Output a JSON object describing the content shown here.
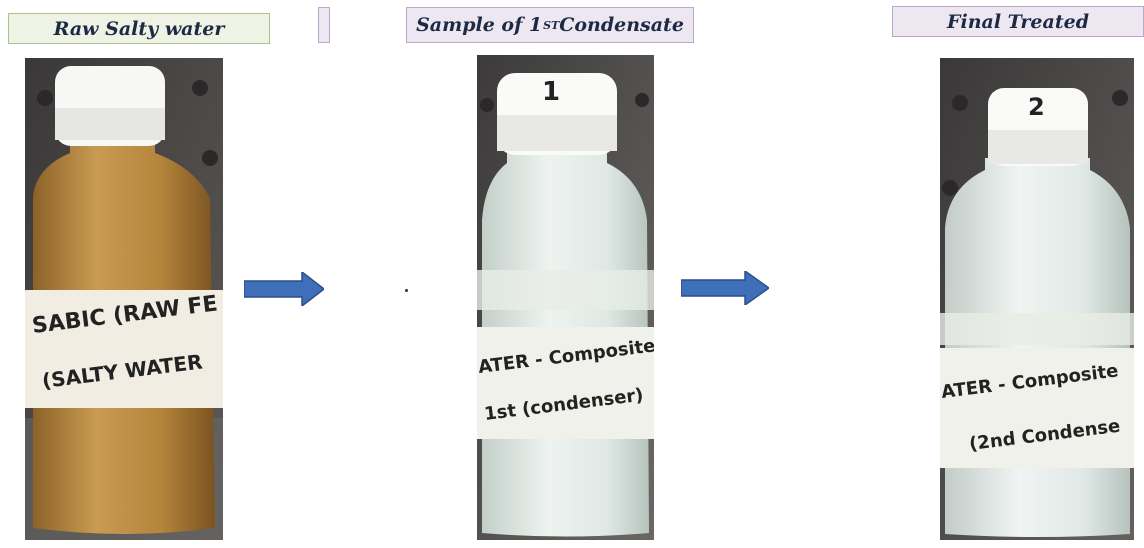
{
  "labels": {
    "raw": "Raw Salty water",
    "condensate_prefix": "Sample of 1",
    "condensate_sup": "ST",
    "condensate_suffix": " Condensate",
    "final": "Final Treated"
  },
  "bottles": {
    "raw": {
      "line1": "SABIC (RAW FE",
      "line2": "(SALTY WATER"
    },
    "first": {
      "cap": "1",
      "line1": "ATER - Composite",
      "line2": "1st (condenser)"
    },
    "second": {
      "cap": "2",
      "line1": "ATER - Composite",
      "line2": "(2nd Condense"
    }
  },
  "colors": {
    "arrow": "#3f6fb8",
    "raw_liquid": "#b5853c",
    "clear_liquid": "#dfe8e4"
  }
}
